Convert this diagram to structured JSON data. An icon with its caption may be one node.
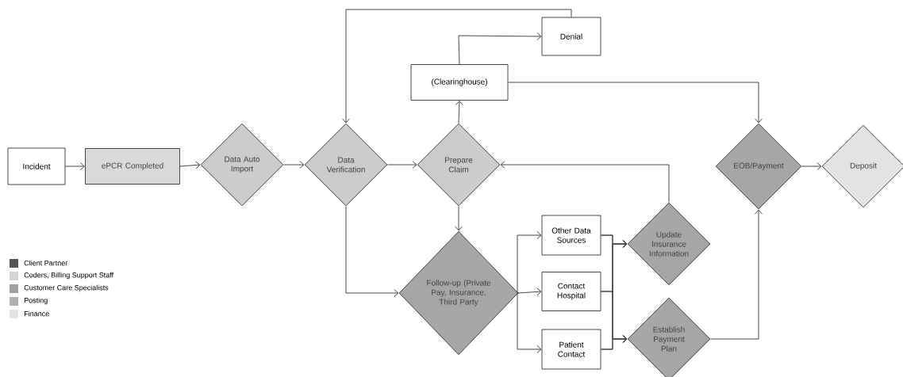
{
  "diagram": {
    "nodes": [
      {
        "text": [
          "Incident"
        ]
      },
      {
        "text": [
          "ePCR Completed"
        ]
      },
      {
        "text": [
          "Data Auto Import"
        ]
      },
      {
        "text": [
          "Data Verification"
        ]
      },
      {
        "text": [
          "Prepare Claim"
        ]
      },
      {
        "text": [
          "(Clearinghouse)"
        ]
      },
      {
        "text": [
          "Denial"
        ]
      },
      {
        "text": [
          "EOB/Payment"
        ]
      },
      {
        "text": [
          "Deposit"
        ]
      },
      {
        "text": [
          "Follow-up (Private Pay, Insurance, Third Party"
        ]
      },
      {
        "text": [
          "Other Data Sources"
        ]
      },
      {
        "text": [
          "Contact Hospital"
        ]
      },
      {
        "text": [
          "Patient Contact"
        ]
      },
      {
        "text": [
          "Update Insurance Information"
        ]
      },
      {
        "text": [
          "Establish Payment Plan"
        ]
      }
    ],
    "edges": [
      {
        "from": 0,
        "to": 1,
        "arrow": "to"
      },
      {
        "from": 1,
        "to": 2,
        "arrow": "to"
      },
      {
        "from": 2,
        "to": 3,
        "arrow": "to"
      },
      {
        "from": 3,
        "to": 4,
        "arrow": "to"
      },
      {
        "from": 4,
        "to": 5,
        "arrow": "to"
      },
      {
        "from": 5,
        "to": 6,
        "arrow": "to"
      },
      {
        "from": 6,
        "to": 3,
        "arrow": "to"
      },
      {
        "from": 5,
        "to": 7,
        "arrow": "to"
      },
      {
        "from": 7,
        "to": 8,
        "arrow": "to"
      },
      {
        "from": 3,
        "to": 9,
        "arrow": "to"
      },
      {
        "from": 4,
        "to": 9,
        "arrow": "to"
      },
      {
        "from": 9,
        "to": 10,
        "arrow": "to"
      },
      {
        "from": 9,
        "to": 11,
        "arrow": "to"
      },
      {
        "from": 9,
        "to": 12,
        "arrow": "to"
      },
      {
        "from": 10,
        "to": 13,
        "arrow": "to"
      },
      {
        "from": 10,
        "to": 14,
        "arrow": "to"
      },
      {
        "from": 11,
        "to": 13,
        "arrow": "to"
      },
      {
        "from": 11,
        "to": 14,
        "arrow": "to"
      },
      {
        "from": 12,
        "to": 13,
        "arrow": "to"
      },
      {
        "from": 12,
        "to": 14,
        "arrow": "to"
      },
      {
        "from": 13,
        "to": 4,
        "arrow": "to"
      },
      {
        "from": 14,
        "to": 7,
        "arrow": "to"
      }
    ],
    "legend": [
      {
        "text": "Client Partner",
        "color": "#555555"
      },
      {
        "text": "Coders, Billing Support Staff",
        "color": "#d4d4d4"
      },
      {
        "text": "Customer Care Specialists",
        "color": "#a0a0a0"
      },
      {
        "text": "Posting",
        "color": "#b0b0b0"
      },
      {
        "text": "Finance",
        "color": "#e4e4e4"
      }
    ]
  }
}
